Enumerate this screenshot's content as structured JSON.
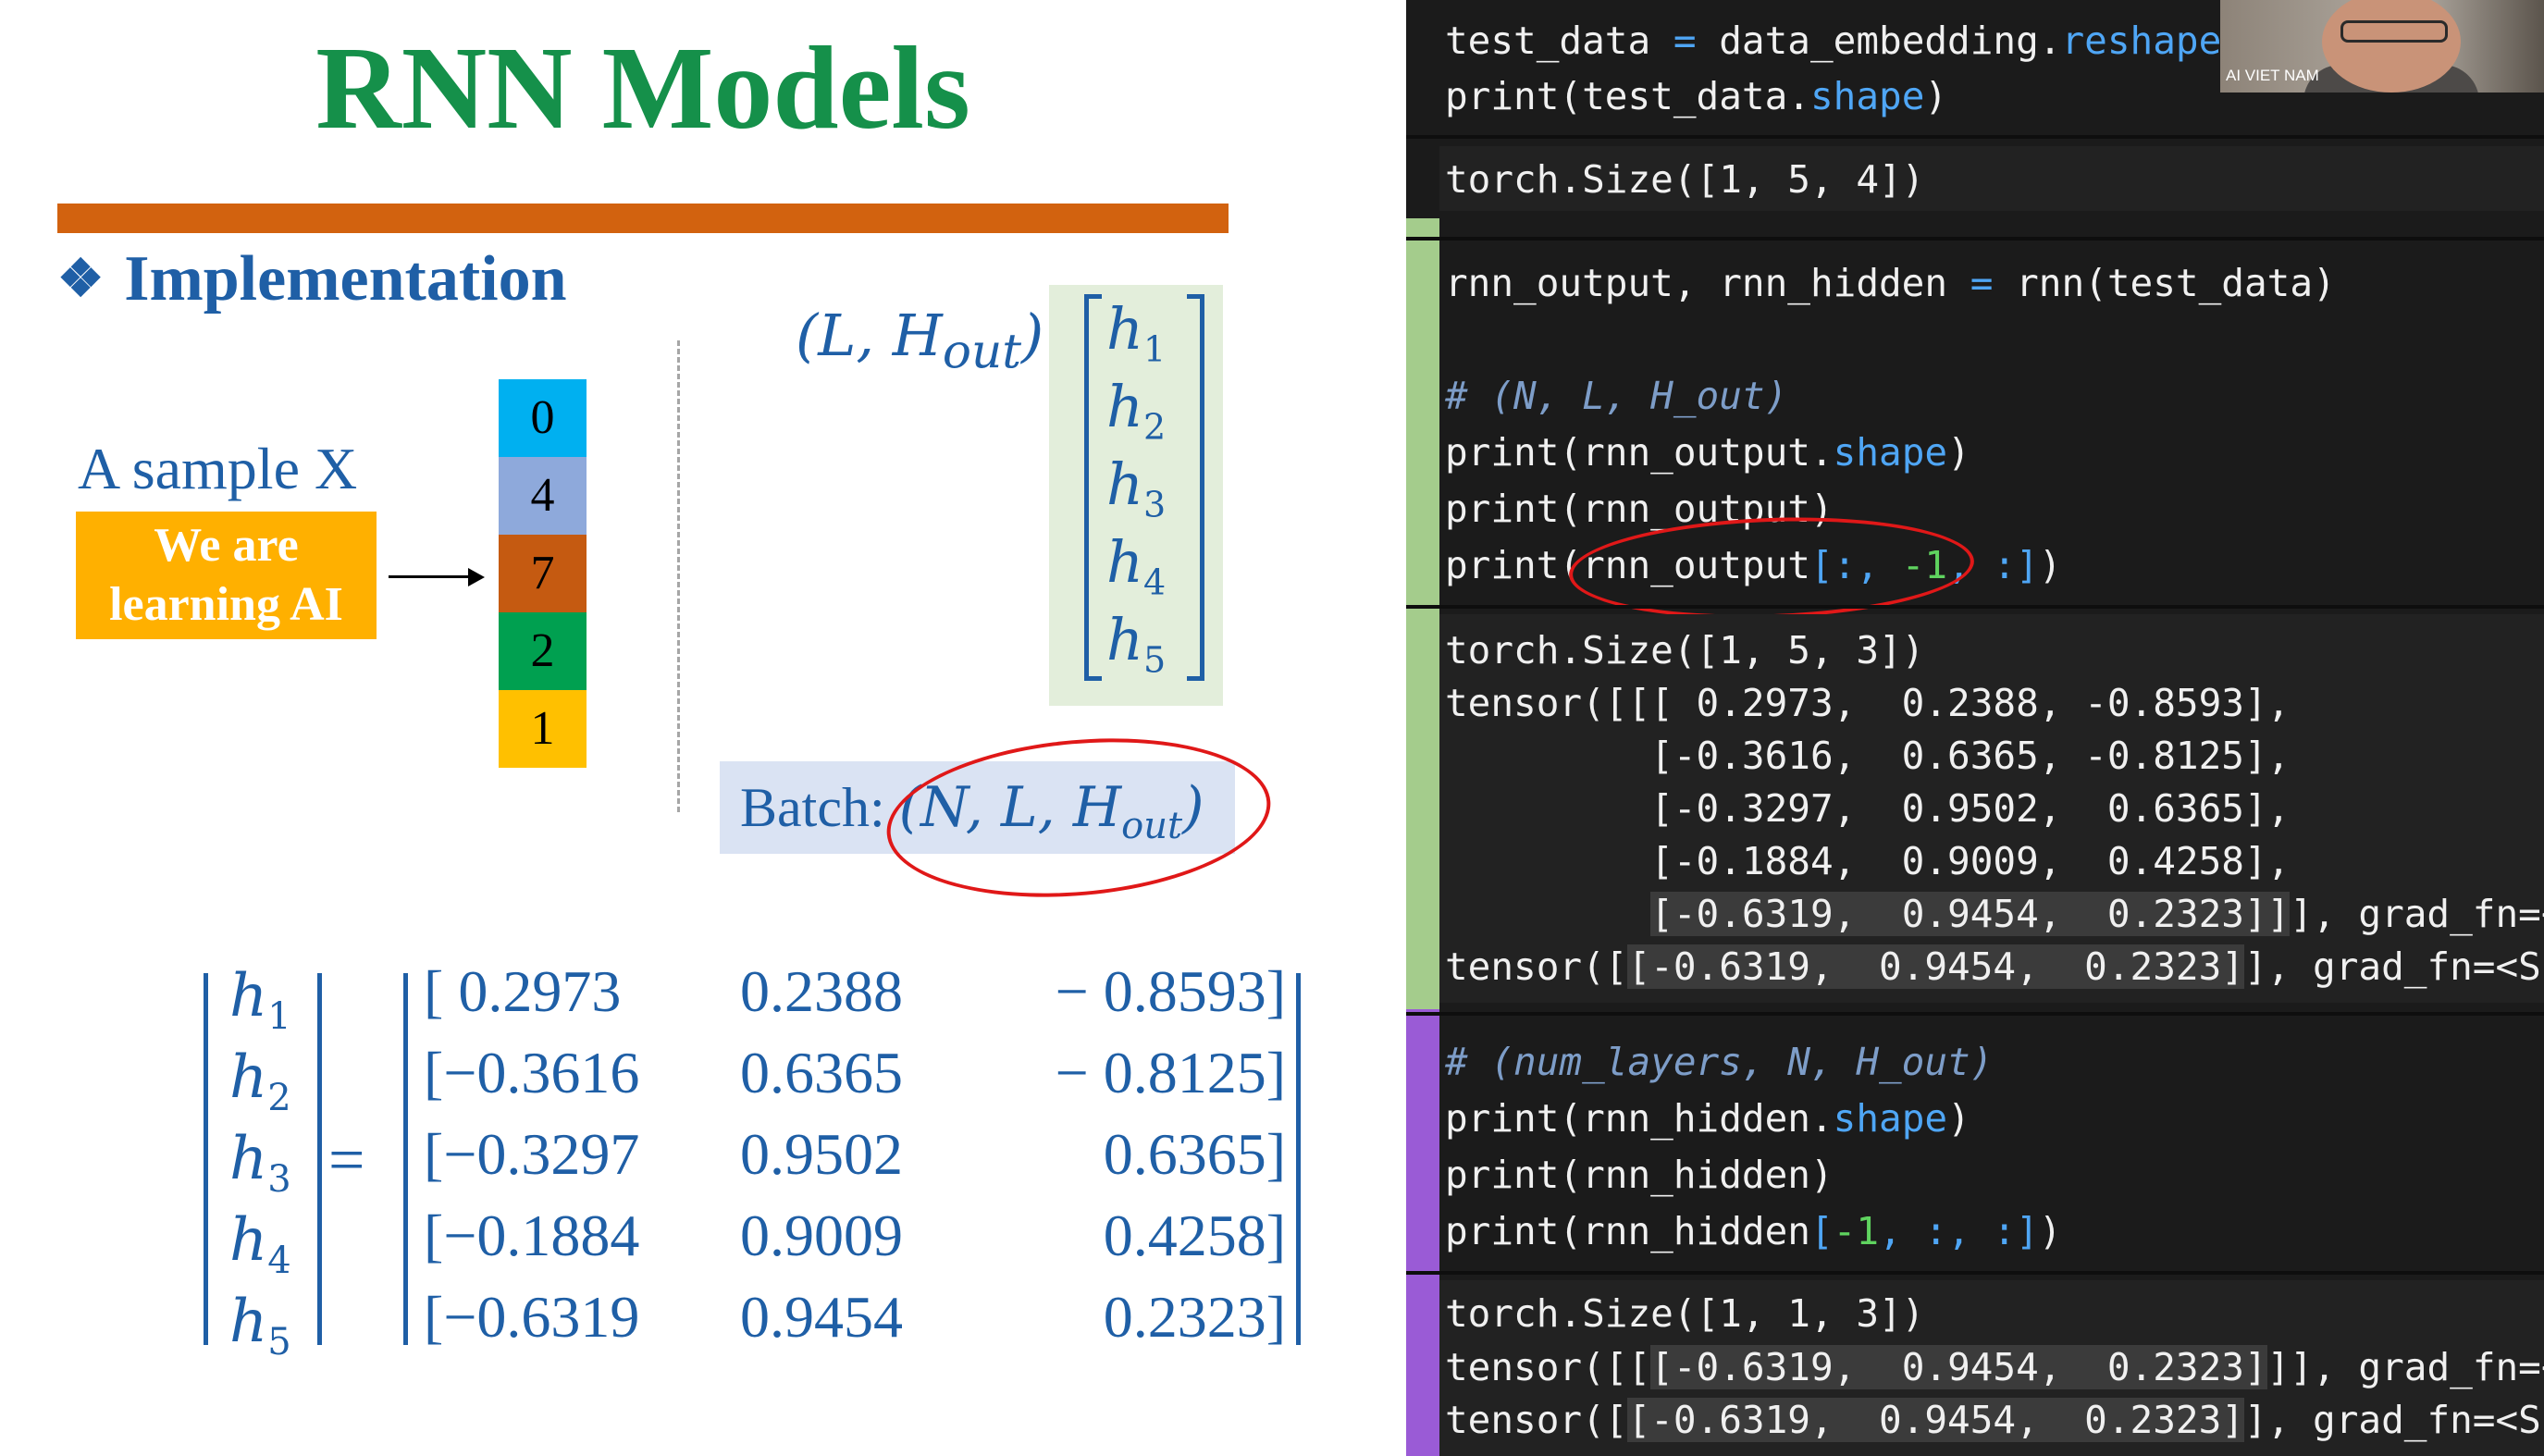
{
  "slide": {
    "title": "RNN Models",
    "section_bullet": "❖",
    "section": "Implementation",
    "sample_label": "A sample X",
    "sample_text_line1": "We are",
    "sample_text_line2": "learning AI",
    "tokens": [
      {
        "value": "0",
        "color": "#00b0f0"
      },
      {
        "value": "4",
        "color": "#8ea9db"
      },
      {
        "value": "7",
        "color": "#c55a11"
      },
      {
        "value": "2",
        "color": "#00a050"
      },
      {
        "value": "1",
        "color": "#ffc000"
      }
    ],
    "shape_label": "(L, H",
    "shape_sub": "out",
    "shape_close": ")",
    "h_vector": [
      {
        "h": "h",
        "sub": "1"
      },
      {
        "h": "h",
        "sub": "2"
      },
      {
        "h": "h",
        "sub": "3"
      },
      {
        "h": "h",
        "sub": "4"
      },
      {
        "h": "h",
        "sub": "5"
      }
    ],
    "batch_prefix": "Batch: ",
    "batch_shape": "(N, L, H",
    "batch_sub": "out",
    "batch_close": ")",
    "equals": "=",
    "matrix": [
      [
        "[ 0.2973",
        "0.2388",
        "− 0.8593]"
      ],
      [
        "[−0.3616",
        "0.6365",
        "− 0.8125]"
      ],
      [
        "[−0.3297",
        "0.9502",
        "0.6365]"
      ],
      [
        "[−0.1884",
        "0.9009",
        "0.4258]"
      ],
      [
        "[−0.6319",
        "0.9454",
        "0.2323]"
      ]
    ]
  },
  "code": {
    "cell1_line1_a": "test_data ",
    "cell1_line1_op": "=",
    "cell1_line1_b": " data_embedding.",
    "cell1_line1_attr": "reshape",
    "cell1_line1_c": "(",
    "cell1_line2_a": "print(test_data.",
    "cell1_line2_attr": "shape",
    "cell1_line2_b": ")",
    "out1": "torch.Size([1, 5, 4])",
    "cell2_line1_a": "rnn_output, rnn_hidden ",
    "cell2_line1_op": "=",
    "cell2_line1_b": " rnn(test_data)",
    "cell2_comment": "# (N, L, H_out)",
    "cell2_line2_a": "print(rnn_output.",
    "cell2_line2_attr": "shape",
    "cell2_line2_b": ")",
    "cell2_line3": "print(rnn_output)",
    "cell2_line4_a": "print(rnn_output",
    "cell2_line4_b": "[:, ",
    "cell2_line4_num": "-1",
    "cell2_line4_c": ", :]",
    "cell2_line4_d": ")",
    "out2": [
      "torch.Size([1, 5, 3])",
      "tensor([[[ 0.2973,  0.2388, -0.8593],",
      "         [-0.3616,  0.6365, -0.8125],",
      "         [-0.3297,  0.9502,  0.6365],",
      "         [-0.1884,  0.9009,  0.4258],"
    ],
    "out2_hl_pre": "         ",
    "out2_hl": "[-0.6319,  0.9454,  0.2323]]",
    "out2_hl_post": "], grad_fn=<T",
    "out2_last_pre": "tensor([",
    "out2_last_hl": "[-0.6319,  0.9454,  0.2323]",
    "out2_last_post": "], grad_fn=<Sli",
    "cell3_comment": "# (num_layers, N, H_out)",
    "cell3_line1_a": "print(rnn_hidden.",
    "cell3_line1_attr": "shape",
    "cell3_line1_b": ")",
    "cell3_line2": "print(rnn_hidden)",
    "cell3_line3_a": "print(rnn_hidden",
    "cell3_line3_b": "[",
    "cell3_line3_num": "-1",
    "cell3_line3_c": ", :, :]",
    "cell3_line3_d": ")",
    "out3_size": "torch.Size([1, 1, 3])",
    "out3_l1_pre": "tensor([[",
    "out3_l1_hl": "[-0.6319,  0.9454,  0.2323]",
    "out3_l1_post": "]], grad_fn=<S",
    "out3_l2_pre": "tensor([",
    "out3_l2_hl": "[-0.6319,  0.9454,  0.2323]",
    "out3_l2_post": "], grad_fn=<Sli"
  },
  "webcam": {
    "tag": "AI VIET NAM"
  },
  "colors": {
    "title_green": "#15904a",
    "accent_orange": "#d2620f",
    "slide_blue": "#1f5fa6",
    "sample_box": "#ffb000",
    "annotation_red": "#e01818"
  }
}
